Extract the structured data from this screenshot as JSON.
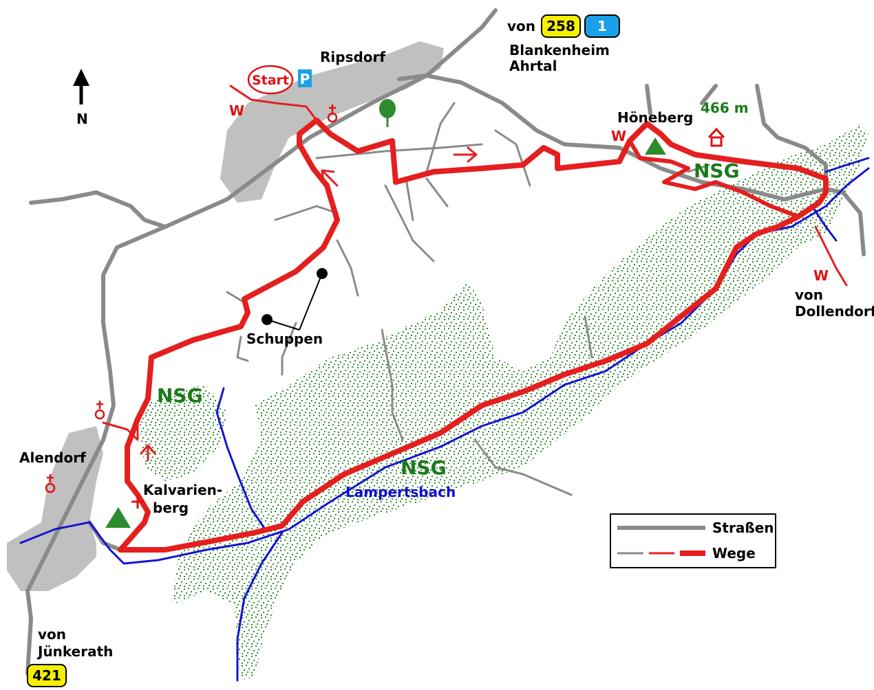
{
  "north": {
    "label": "N"
  },
  "places": {
    "ripsdorf": "Ripsdorf",
    "honeberg": "Höneberg",
    "elevation": "466 m",
    "alendorf": "Alendorf",
    "kalvarien_line1": "Kalvarien-",
    "kalvarien_line2": "berg",
    "schuppen": "Schuppen",
    "lampertsbach": "Lampertsbach"
  },
  "directions": {
    "top_von": "von",
    "top_dest_line1": "Blankenheim",
    "top_dest_line2": "Ahrtal",
    "right_line1": "von",
    "right_line2": "Dollendorf",
    "bottom_line1": "von",
    "bottom_line2": "Jünkerath"
  },
  "road_badges": {
    "b258": "258",
    "b1": "1",
    "b421": "421"
  },
  "start": {
    "label": "Start",
    "parking": "P"
  },
  "nsg": {
    "label": "NSG"
  },
  "w_marker": "W",
  "legend": {
    "roads": "Straßen",
    "paths": "Wege"
  },
  "colors": {
    "route": "#e51e1e",
    "road": "#8a8a8a",
    "village": "#c0c0c0",
    "water": "#1414d0",
    "forest": "#2e8b2e",
    "badge_yellow": "#f5f000",
    "badge_blue": "#1aa0e8"
  }
}
